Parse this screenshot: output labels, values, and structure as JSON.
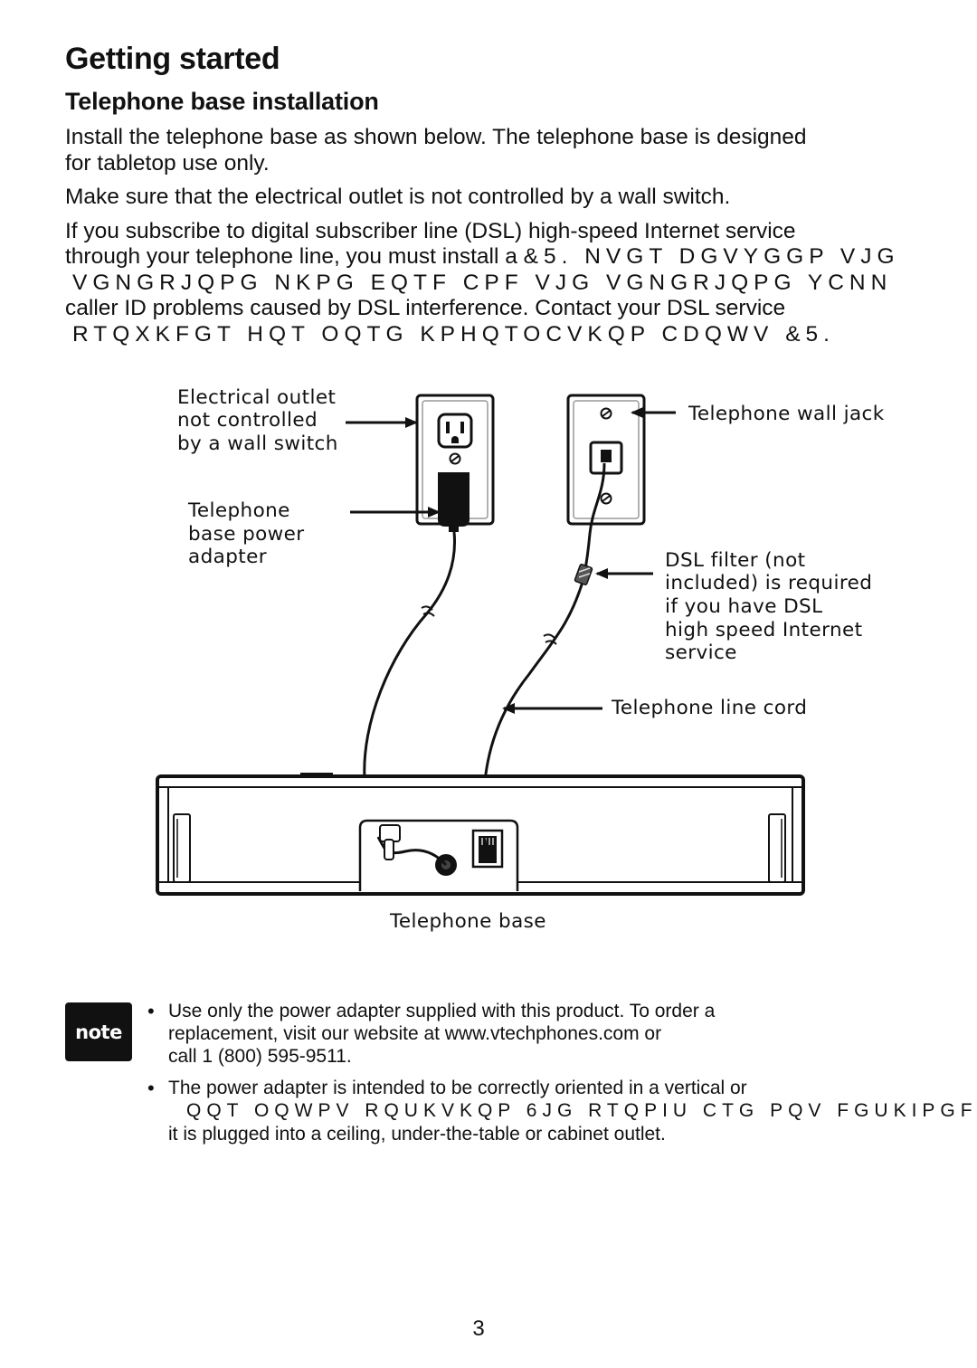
{
  "header": {
    "section_title": "Getting started",
    "subtitle": "Telephone base installation"
  },
  "intro": {
    "p1_line1": "Install the telephone base as shown below. The telephone base is designed",
    "p1_line2": "for tabletop use only.",
    "p2": "Make sure that the electrical outlet is not controlled by a wall switch.",
    "p3_line1": "If you subscribe to digital subscriber line (DSL) high-speed Internet service",
    "p3_line2a": "through your telephone line, you must install a ",
    "p3_line2b": "&5.  NVGT DGVYGGP VJG",
    "p3_line3": "VGNGRJQPG NKPG EQTF CPF VJG VGNGRJQPG YCNN",
    "p3_line4": "caller ID problems caused by DSL interference. Contact your DSL service",
    "p3_line5": "RTQXKFGT HQT OQTG KPHQTOCVKQP CDQWV &5."
  },
  "diagram": {
    "outlet_label_1": "Electrical outlet",
    "outlet_label_2": "not controlled",
    "outlet_label_3": "by a wall switch",
    "adapter_label_1": "Telephone",
    "adapter_label_2": "base power",
    "adapter_label_3": "adapter",
    "jack_label": "Telephone wall jack",
    "filter_label_1": "DSL filter (not",
    "filter_label_2": "included)  is required",
    "filter_label_3": "if you have DSL",
    "filter_label_4": "high speed Internet",
    "filter_label_5": "service",
    "cord_label": "Telephone line cord",
    "base_label": "Telephone base"
  },
  "note": {
    "badge": "note",
    "b1_line1": "Use only the power adapter supplied with this product. To order a",
    "b1_line2": "replacement, visit our website at www.vtechphones.com or",
    "b1_line3": "call 1 (800) 595-9511.",
    "b2_line1": "The power adapter is intended to be correctly oriented in a vertical or",
    "b2_line2": "QQT OQWPV RQUKVKQP  6JG RTQPIU CTG PQV FGUKIPGF",
    "b2_line3": "it is plugged into a ceiling, under-the-table or cabinet outlet.",
    "bullet": "•"
  },
  "footer": {
    "page_number": "3"
  }
}
